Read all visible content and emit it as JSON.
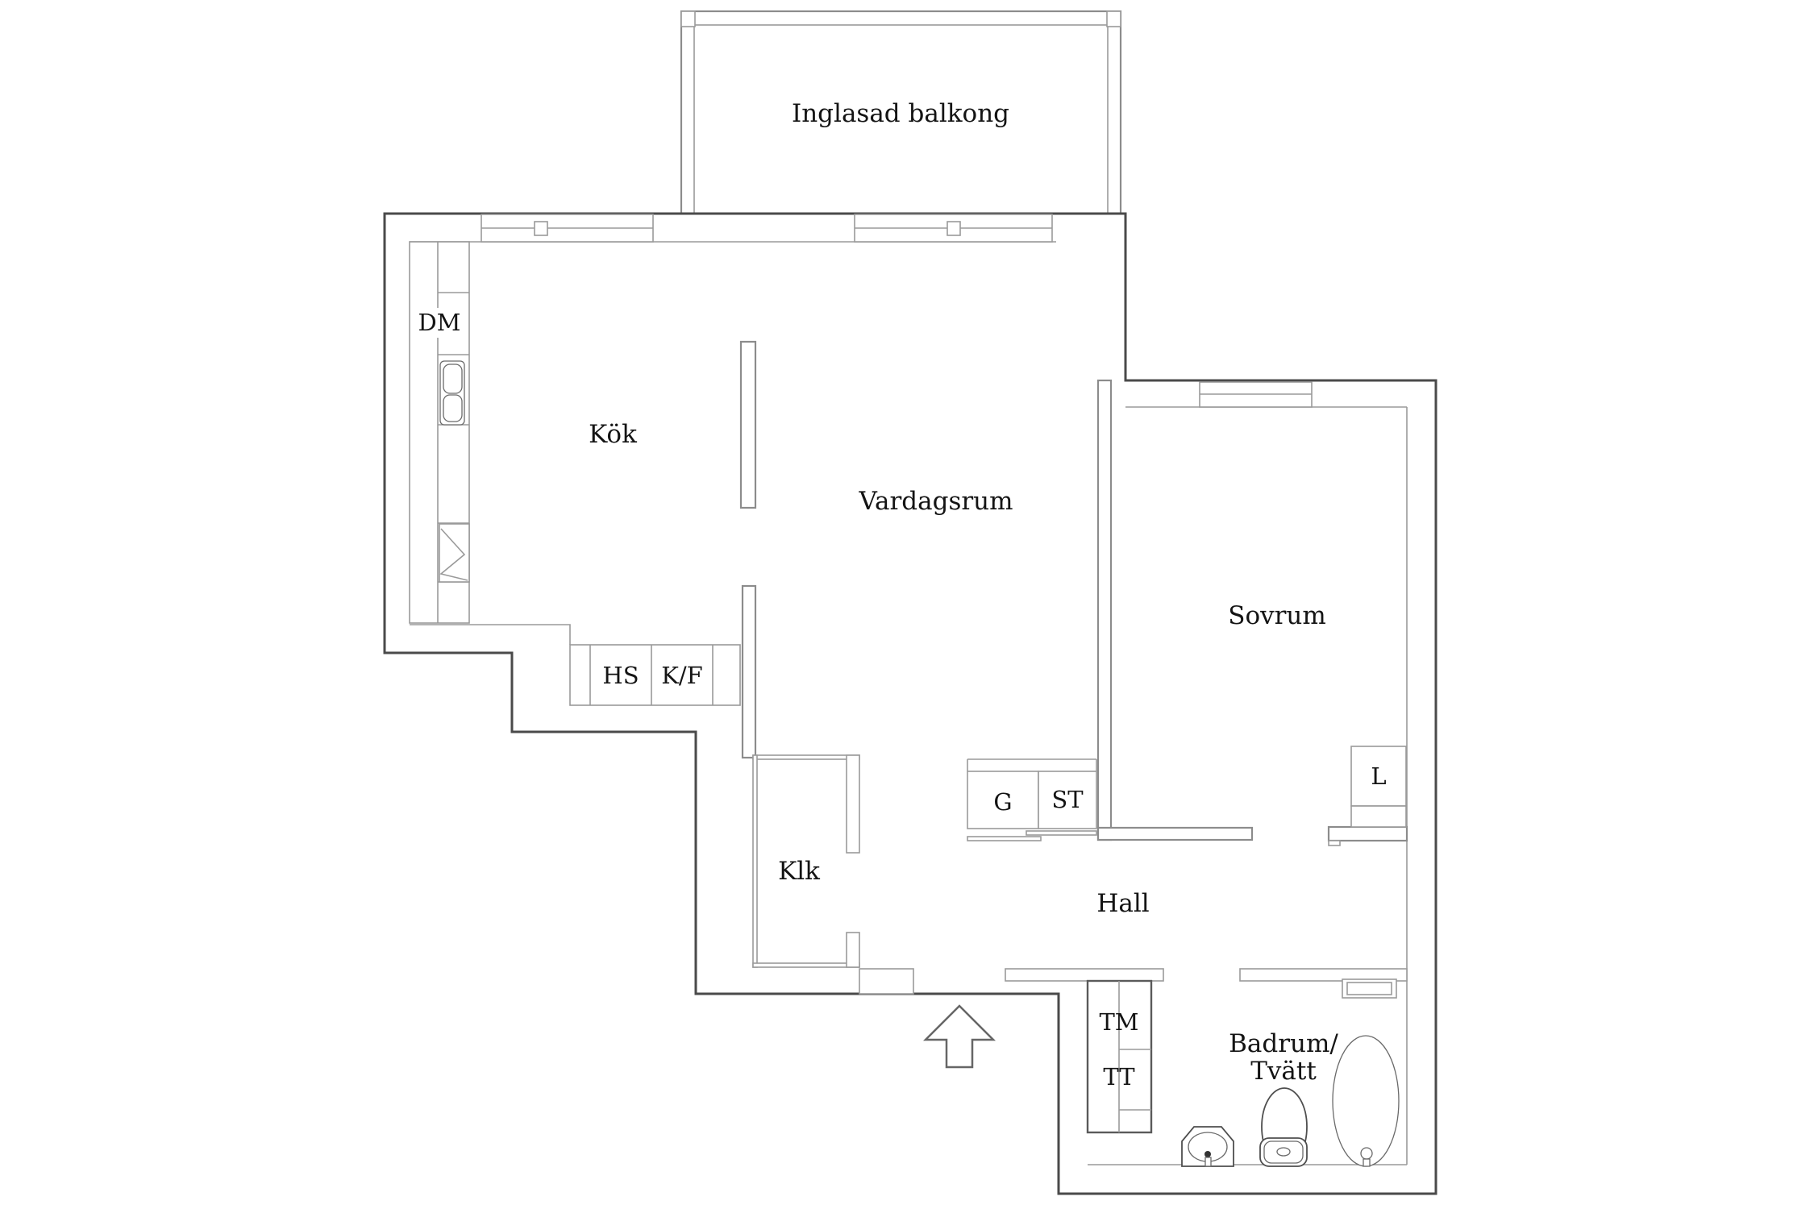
{
  "title": "Apartment floor plan",
  "colors": {
    "background": "#ffffff",
    "outer_wall": "#4a4a4a",
    "inner_wall": "#8c8c8c",
    "text": "#141414"
  },
  "rooms": {
    "balcony": {
      "label": "Inglasad balkong"
    },
    "kitchen": {
      "label": "Kök"
    },
    "living_room": {
      "label": "Vardagsrum"
    },
    "bedroom": {
      "label": "Sovrum"
    },
    "closet": {
      "label": "Klk"
    },
    "hall": {
      "label": "Hall"
    },
    "bathroom": {
      "label_line1": "Badrum/",
      "label_line2": "Tvätt"
    }
  },
  "fixtures": {
    "dishwasher": {
      "label": "DM"
    },
    "tall_cabinet": {
      "label": "HS"
    },
    "fridge_freezer": {
      "label": "K/F"
    },
    "wardrobe": {
      "label": "G"
    },
    "cleaning_closet": {
      "label": "ST"
    },
    "linen_closet": {
      "label": "L"
    },
    "washing_machine": {
      "label": "TM"
    },
    "tumble_dryer": {
      "label": "TT"
    }
  }
}
